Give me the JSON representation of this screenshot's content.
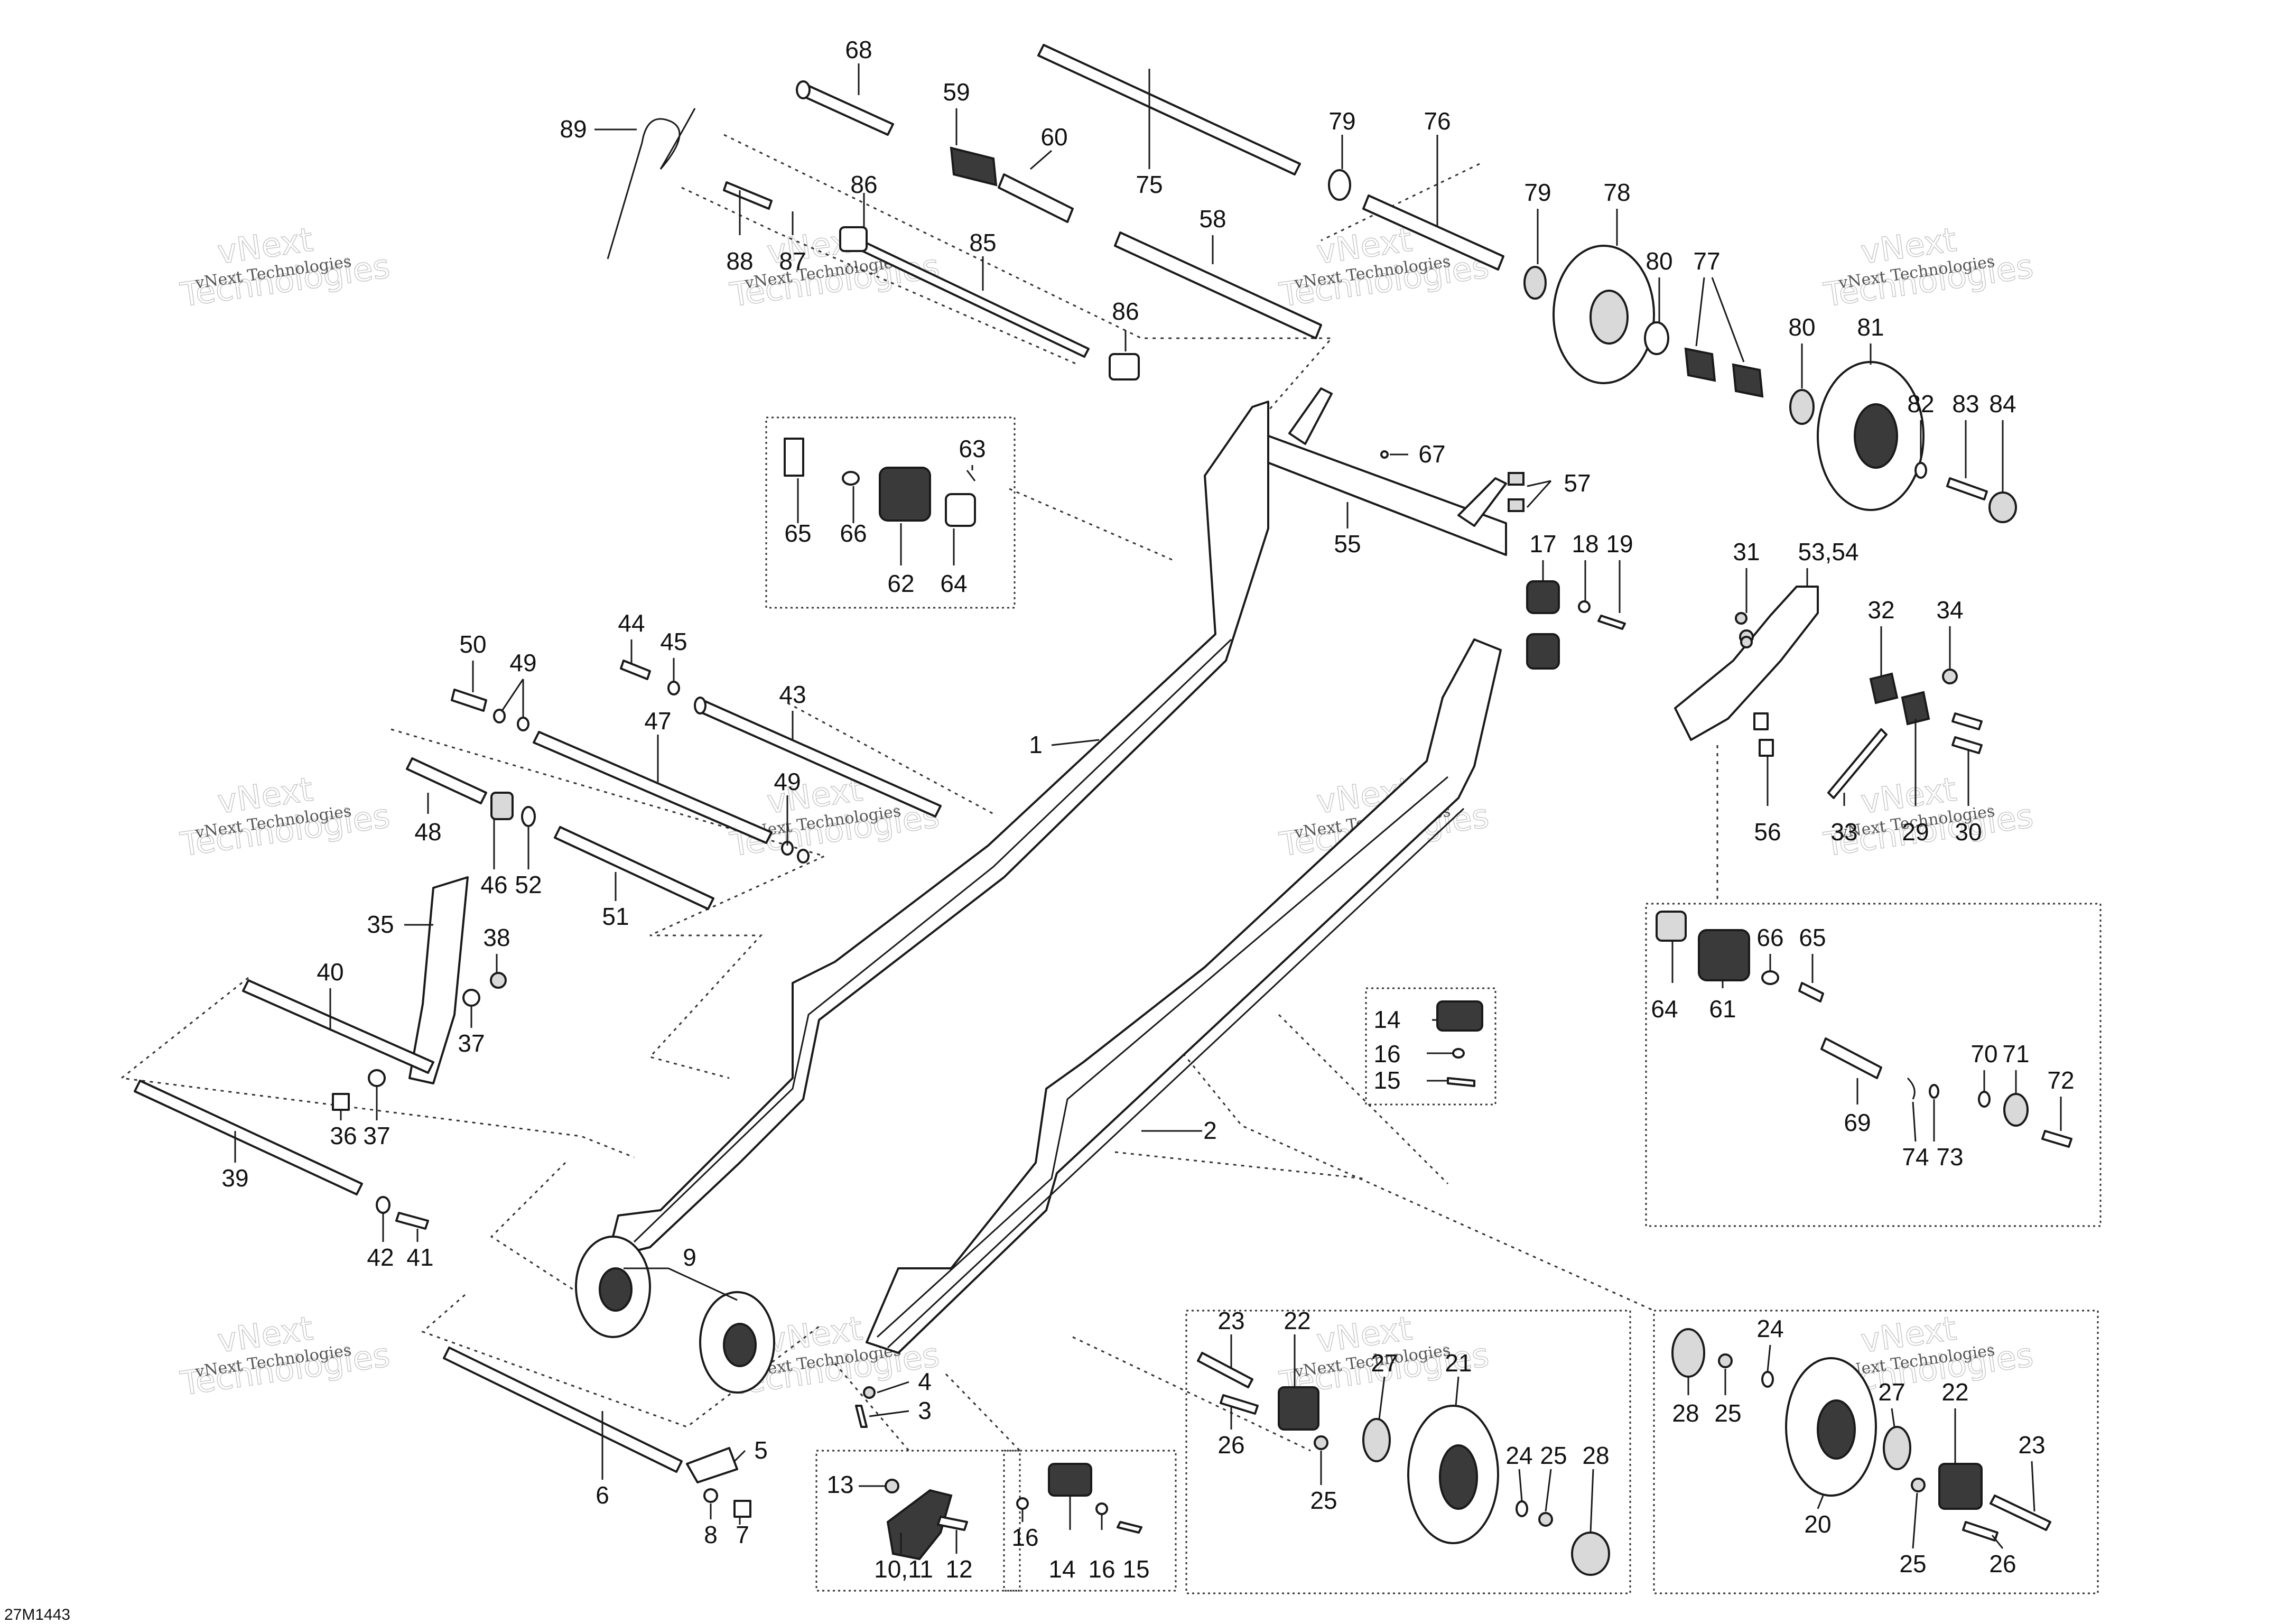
{
  "document_id": "27M1443",
  "watermark": {
    "line1": "vNext",
    "line2": "Technologies",
    "full": "vNext Technologies"
  },
  "callouts": {
    "c1": "1",
    "c2": "2",
    "c3": "3",
    "c4": "4",
    "c5": "5",
    "c6": "6",
    "c7": "7",
    "c8": "8",
    "c9": "9",
    "c10_11": "10,11",
    "c12": "12",
    "c13": "13",
    "c14": "14",
    "c15": "15",
    "c16": "16",
    "c17": "17",
    "c18": "18",
    "c19": "19",
    "c20": "20",
    "c21": "21",
    "c22": "22",
    "c23": "23",
    "c24": "24",
    "c25": "25",
    "c26": "26",
    "c27": "27",
    "c28": "28",
    "c29": "29",
    "c30": "30",
    "c31": "31",
    "c32": "32",
    "c33": "33",
    "c34": "34",
    "c35": "35",
    "c36": "36",
    "c37": "37",
    "c38": "38",
    "c39": "39",
    "c40": "40",
    "c41": "41",
    "c42": "42",
    "c43": "43",
    "c44": "44",
    "c45": "45",
    "c46": "46",
    "c47": "47",
    "c48": "48",
    "c49": "49",
    "c50": "50",
    "c51": "51",
    "c52": "52",
    "c53_54": "53,54",
    "c55": "55",
    "c56": "56",
    "c57": "57",
    "c58": "58",
    "c59": "59",
    "c60": "60",
    "c61": "61",
    "c62": "62",
    "c63": "63",
    "c64": "64",
    "c65": "65",
    "c66": "66",
    "c67": "67",
    "c68": "68",
    "c69": "69",
    "c70": "70",
    "c71": "71",
    "c72": "72",
    "c73": "73",
    "c74": "74",
    "c75": "75",
    "c76": "76",
    "c77": "77",
    "c78": "78",
    "c79": "79",
    "c80": "80",
    "c81": "81",
    "c82": "82",
    "c83": "83",
    "c84": "84",
    "c85": "85",
    "c86": "86",
    "c87": "87",
    "c88": "88",
    "c89": "89"
  }
}
